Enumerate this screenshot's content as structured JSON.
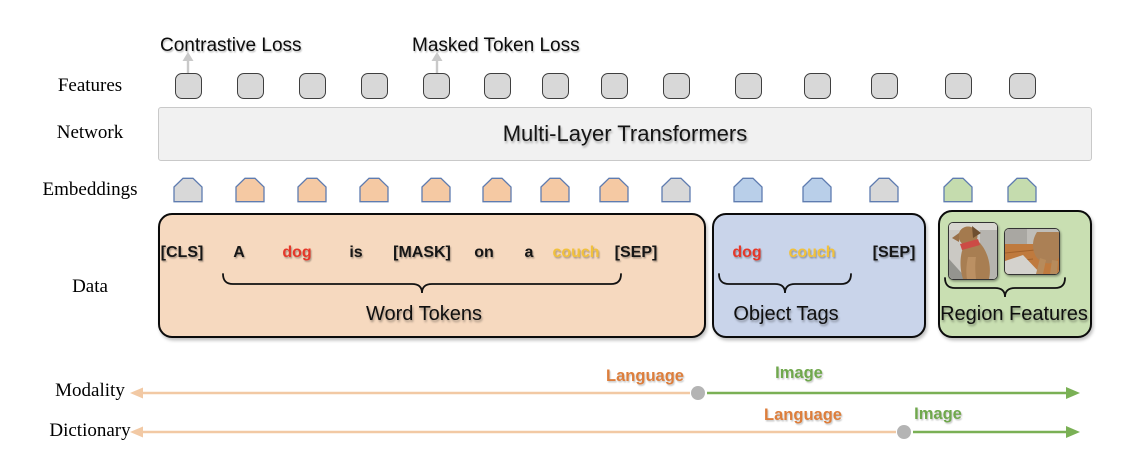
{
  "row_labels": {
    "features": "Features",
    "network": "Network",
    "embeddings": "Embeddings",
    "data": "Data",
    "modality": "Modality",
    "dictionary": "Dictionary"
  },
  "losses": {
    "contrastive": "Contrastive Loss",
    "masked_token": "Masked Token Loss"
  },
  "network": {
    "label": "Multi-Layer Transformers"
  },
  "features": {
    "count": 14
  },
  "embeddings": {
    "colors": [
      "gray",
      "orange",
      "orange",
      "orange",
      "orange",
      "orange",
      "orange",
      "orange",
      "gray",
      "blue",
      "blue",
      "gray",
      "green",
      "green"
    ]
  },
  "data_row": {
    "word_tokens": {
      "label": "Word Tokens",
      "tokens": [
        {
          "text": "[CLS]",
          "color": "black"
        },
        {
          "text": "A",
          "color": "black"
        },
        {
          "text": "dog",
          "color": "red"
        },
        {
          "text": "is",
          "color": "black"
        },
        {
          "text": "[MASK]",
          "color": "black"
        },
        {
          "text": "on",
          "color": "black"
        },
        {
          "text": "a",
          "color": "black"
        },
        {
          "text": "couch",
          "color": "yellow"
        },
        {
          "text": "[SEP]",
          "color": "black"
        }
      ]
    },
    "object_tags": {
      "label": "Object Tags",
      "tokens": [
        {
          "text": "dog",
          "color": "red"
        },
        {
          "text": "couch",
          "color": "yellow"
        },
        {
          "text": "[SEP]",
          "color": "black"
        }
      ]
    },
    "region_features": {
      "label": "Region Features",
      "images": [
        {
          "name": "dog-region-1"
        },
        {
          "name": "dog-region-2"
        }
      ]
    }
  },
  "modality_axis": {
    "language": "Language",
    "image": "Image"
  },
  "dictionary_axis": {
    "language": "Language",
    "image": "Image"
  },
  "colors": {
    "token-black": "#161616",
    "token-red": "#e5382a",
    "token-yellow": "#f1c13c",
    "language-orange": "#dd7e3c",
    "image-green": "#70a84d",
    "axis-peach": "#f2c9a4",
    "axis-green": "#7ab055",
    "axis-dot": "#b4b4b4",
    "word-box-bg": "#f6d9bf",
    "tag-box-bg": "#c9d4ea",
    "region-box-bg": "#c9dfb2",
    "feature-fill": "#d8d8d8",
    "embedding-stroke": "#5f7cb0",
    "embedding-gray": "#d8d8d8",
    "embedding-orange": "#f5c9a3",
    "embedding-blue": "#b9cfe9",
    "embedding-green": "#c5dcae",
    "arrow-gray": "#c9c9c9"
  }
}
